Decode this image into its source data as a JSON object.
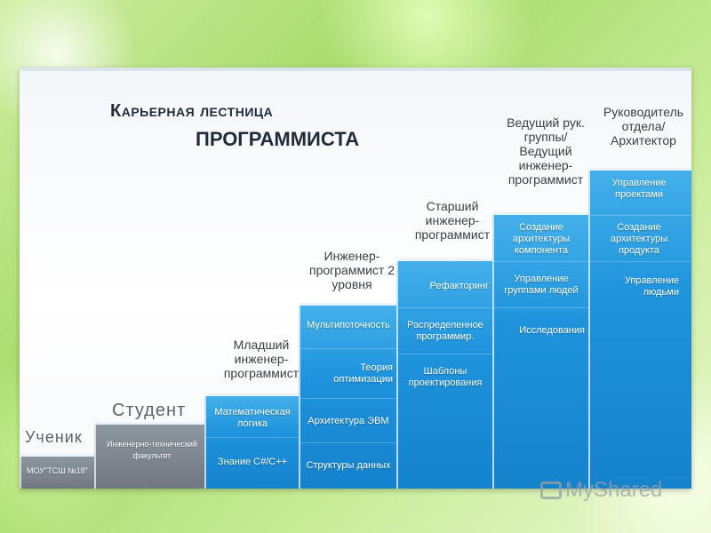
{
  "title": {
    "line1": "Карьерная лестница",
    "line2": "ПРОГРАММИСТА"
  },
  "levels": [
    {
      "label": "Ученик",
      "cells": [
        "МОУ\"ТСШ №18\""
      ]
    },
    {
      "label": "Студент",
      "cells": [
        "Инженерно-технический факультет"
      ]
    },
    {
      "label": "Младший инженер-программист",
      "cells": [
        "Математическая логика",
        "Знание C#/C++"
      ]
    },
    {
      "label": "Инженер-программист 2 уровня",
      "cells": [
        "Мультипоточность",
        "Теория оптимизации",
        "Архитектура ЭВМ",
        "Структуры данных"
      ]
    },
    {
      "label": "Старший инженер-программист",
      "cells": [
        "Рефакторинг",
        "Распределенное программир.",
        "Шаблоны проектирования"
      ]
    },
    {
      "label": "Ведущий рук. группы/ Ведущий инженер-программист",
      "cells": [
        "Создание архитектуры компонента",
        "Управление группами людей",
        "Исследования"
      ]
    },
    {
      "label": "Руководитель отдела/ Архитектор",
      "cells": [
        "Управление проектами",
        "Создание архитектуры продукта",
        "Управление людьми"
      ]
    }
  ],
  "watermark": "MyShared"
}
